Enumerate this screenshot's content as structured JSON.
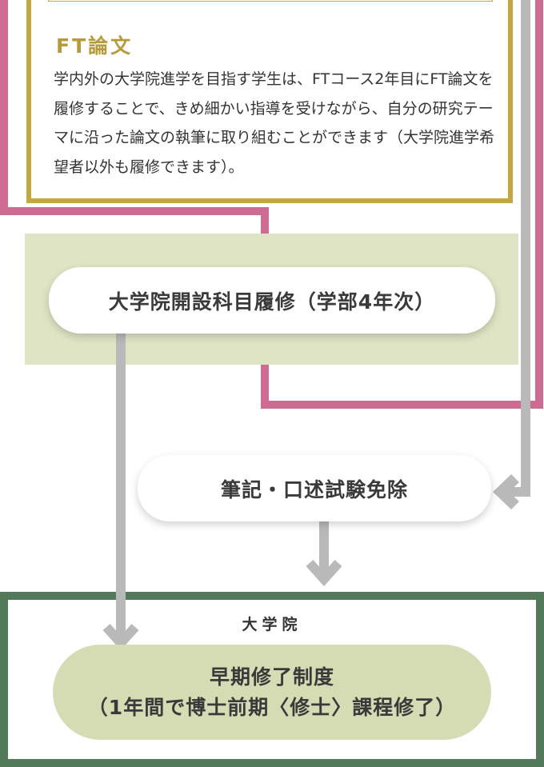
{
  "ft_section": {
    "title": "FT論文",
    "body": "学内外の大学院進学を目指す学生は、FTコース2年目にFT論文を履修することで、きめ細かい指導を受けながら、自分の研究テーマに沿った論文の執筆に取り組むことができます（大学院進学希望者以外も履修できます）。"
  },
  "step_grad_courses": "大学院開設科目履修（学部4年次）",
  "step_exam_exemption": "筆記・口述試験免除",
  "graduate_school": {
    "label": "大学院",
    "program_line1": "早期修了制度",
    "program_line2": "（1年間で博士前期〈修士〉課程修了）"
  },
  "colors": {
    "gold": "#c3a840",
    "pink": "#cd6b93",
    "gray_arrow": "#b9b9b9",
    "band_green": "#dfe4c5",
    "pill_green": "#d5dcb3",
    "grad_border": "#527a5a"
  }
}
